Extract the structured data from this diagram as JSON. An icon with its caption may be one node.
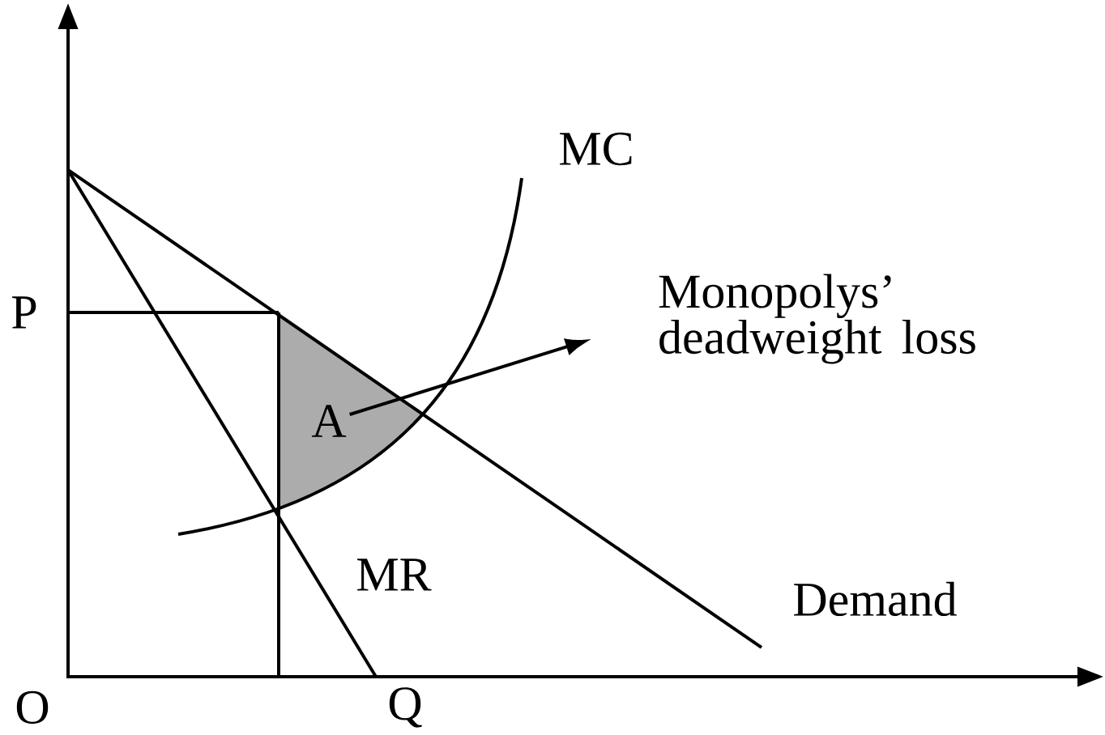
{
  "diagram": {
    "nodes": [
      {
        "text": [
          "A"
        ]
      },
      {
        "text": [
          "Monopolys’ deadweight loss"
        ]
      }
    ],
    "edges": [
      {
        "from": 0,
        "to": 1,
        "arrow": "to"
      }
    ],
    "labels": [
      "MC",
      "P",
      "MR",
      "Demand",
      "O",
      "Q"
    ]
  }
}
